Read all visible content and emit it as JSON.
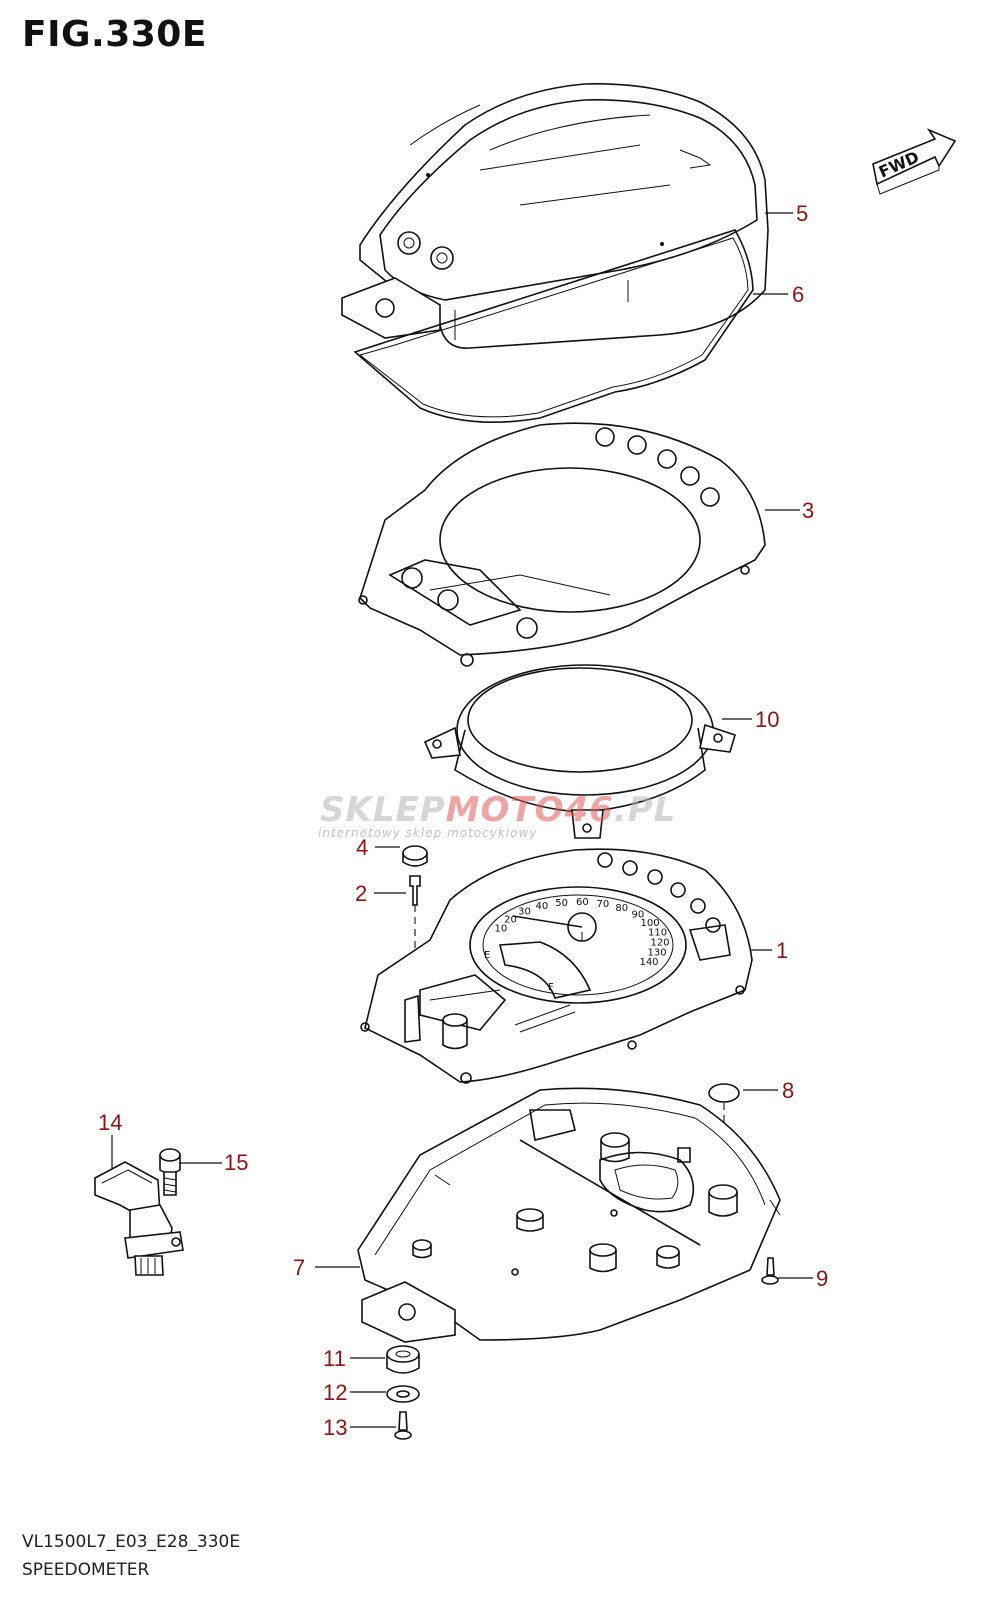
{
  "figure": {
    "title": "FIG.330E"
  },
  "footer": {
    "model_code": "VL1500L7_E03_E28_330E",
    "section_name": "SPEEDOMETER"
  },
  "direction_arrow": {
    "label": "FWD"
  },
  "watermark": {
    "brand_gray": "SKLEP",
    "brand_red": "MOTO46",
    "brand_suffix": ".PL",
    "tagline": "internetowy sklep motocyklowy"
  },
  "callouts": [
    {
      "id": "c5",
      "number": "5"
    },
    {
      "id": "c6",
      "number": "6"
    },
    {
      "id": "c3",
      "number": "3"
    },
    {
      "id": "c10",
      "number": "10"
    },
    {
      "id": "c4",
      "number": "4"
    },
    {
      "id": "c2",
      "number": "2"
    },
    {
      "id": "c1",
      "number": "1"
    },
    {
      "id": "c8",
      "number": "8"
    },
    {
      "id": "c14",
      "number": "14"
    },
    {
      "id": "c15",
      "number": "15"
    },
    {
      "id": "c7",
      "number": "7"
    },
    {
      "id": "c9",
      "number": "9"
    },
    {
      "id": "c11",
      "number": "11"
    },
    {
      "id": "c12",
      "number": "12"
    },
    {
      "id": "c13",
      "number": "13"
    }
  ],
  "dial": {
    "scale": [
      "10",
      "20",
      "30",
      "40",
      "50",
      "60",
      "70",
      "80",
      "90",
      "100",
      "110",
      "120",
      "130",
      "140"
    ],
    "fuel_e": "E",
    "fuel_f": "F"
  },
  "colors": {
    "callout": "#8b1414",
    "line": "#111111",
    "watermark_red": "#dc5a5a"
  }
}
